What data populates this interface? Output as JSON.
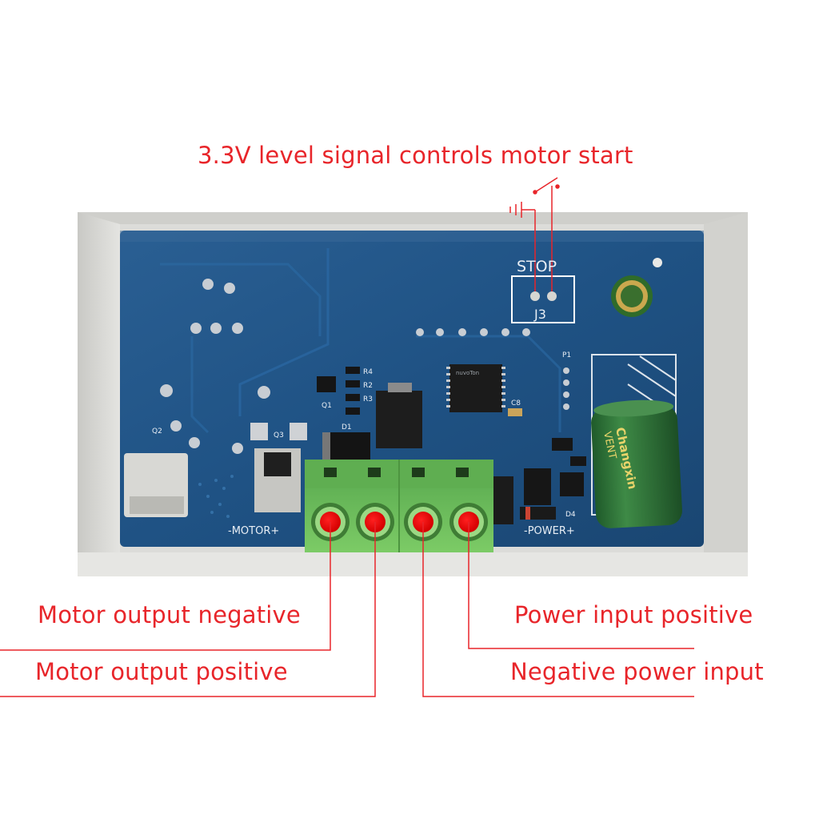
{
  "annotations": {
    "top_label": "3.3V level signal controls motor start",
    "motor_negative": "Motor output negative",
    "motor_positive": "Motor output positive",
    "power_positive": "Power input positive",
    "power_negative": "Negative power input"
  },
  "board": {
    "stop_label": "STOP",
    "jumper_label": "J3",
    "motor_label": "-MOTOR+",
    "power_label": "-POWER+",
    "ref_q1": "Q1",
    "ref_q2": "Q2",
    "ref_q3": "Q3",
    "ref_d1": "D1",
    "ref_d4": "D4",
    "ref_r2": "R2",
    "ref_r3": "R3",
    "ref_r4": "R4",
    "ref_c8": "C8",
    "ref_p1": "P1",
    "chip_brand": "nuvoTon",
    "cap_brand": "Changxin",
    "cap_series": "VENT"
  },
  "colors": {
    "annotation": "#e8252a",
    "pcb": "#1e4f80",
    "terminal": "#6fbf5a",
    "enclosure": "#d9d9d6"
  }
}
